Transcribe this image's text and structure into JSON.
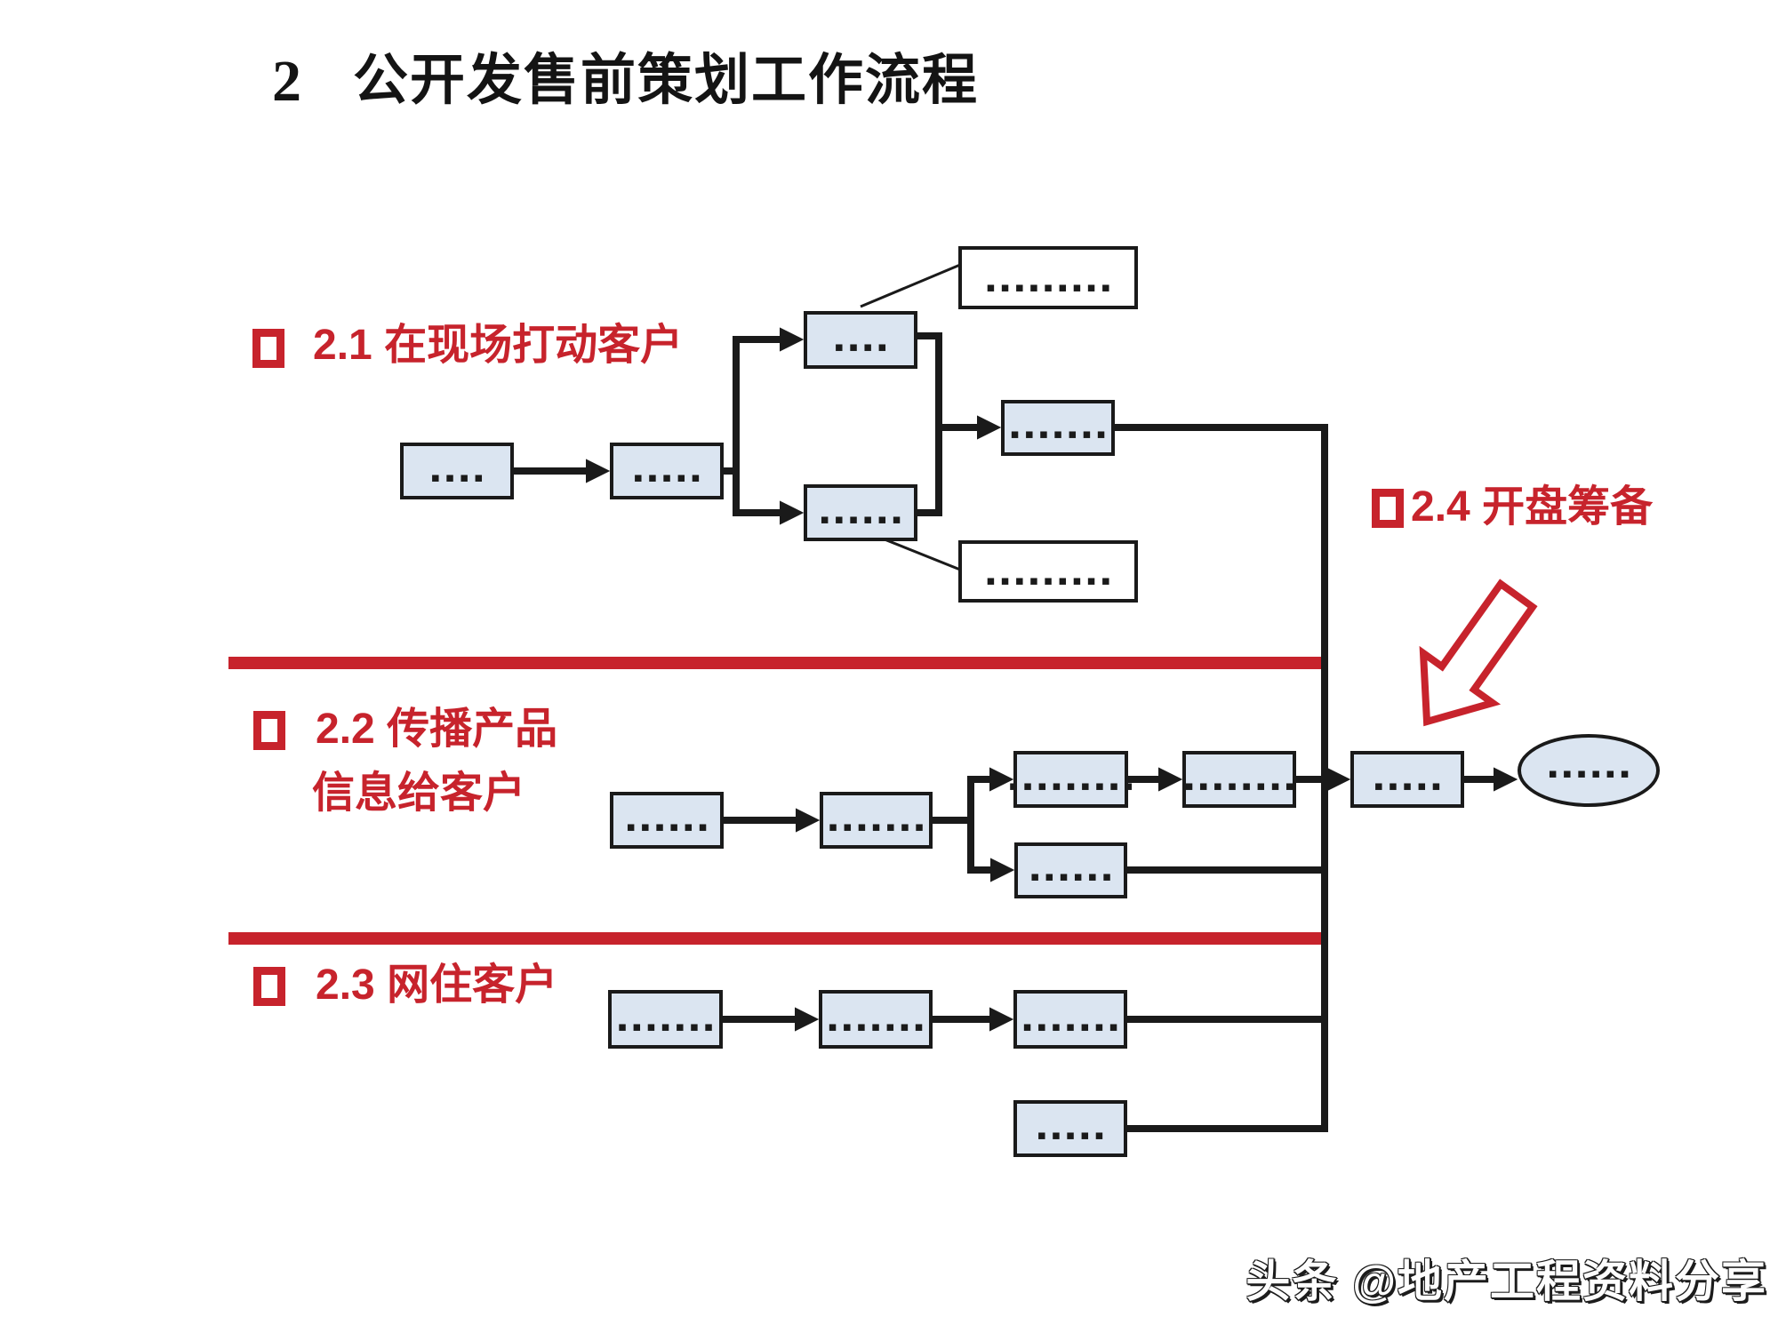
{
  "page": {
    "header": {
      "number": "2",
      "title": "公开发售前策划工作流程"
    },
    "watermark": "头条 @地产工程资料分享"
  },
  "colors": {
    "accent_red": "#C7232C",
    "box_fill": "#DBE5F1",
    "line_black": "#1A1A1A",
    "background": "#FFFFFF"
  },
  "sections": {
    "s21": {
      "label": "2.1 在现场打动客户"
    },
    "s22": {
      "label_line1": "2.2 传播产品",
      "label_line2": "信息给客户"
    },
    "s23": {
      "label": "2.3 网住客户"
    },
    "s24": {
      "label": "2.4 开盘筹备"
    }
  },
  "flowchart": {
    "placeholder_char": "▪",
    "boxes": {
      "a": {
        "dots": 4
      },
      "b": {
        "dots": 5
      },
      "c": {
        "dots": 4
      },
      "d": {
        "dots": 6
      },
      "e": {
        "dots": 7
      },
      "callout_top": {
        "dots": 9
      },
      "callout_bottom": {
        "dots": 9
      },
      "f": {
        "dots": 6
      },
      "g": {
        "dots": 7
      },
      "h": {
        "dots": 9
      },
      "i": {
        "dots": 6
      },
      "j": {
        "dots": 8
      },
      "k": {
        "dots": 5
      },
      "l": {
        "dots": 7
      },
      "m": {
        "dots": 7
      },
      "n": {
        "dots": 7
      },
      "o": {
        "dots": 5
      },
      "terminal": {
        "dots": 6
      }
    }
  }
}
